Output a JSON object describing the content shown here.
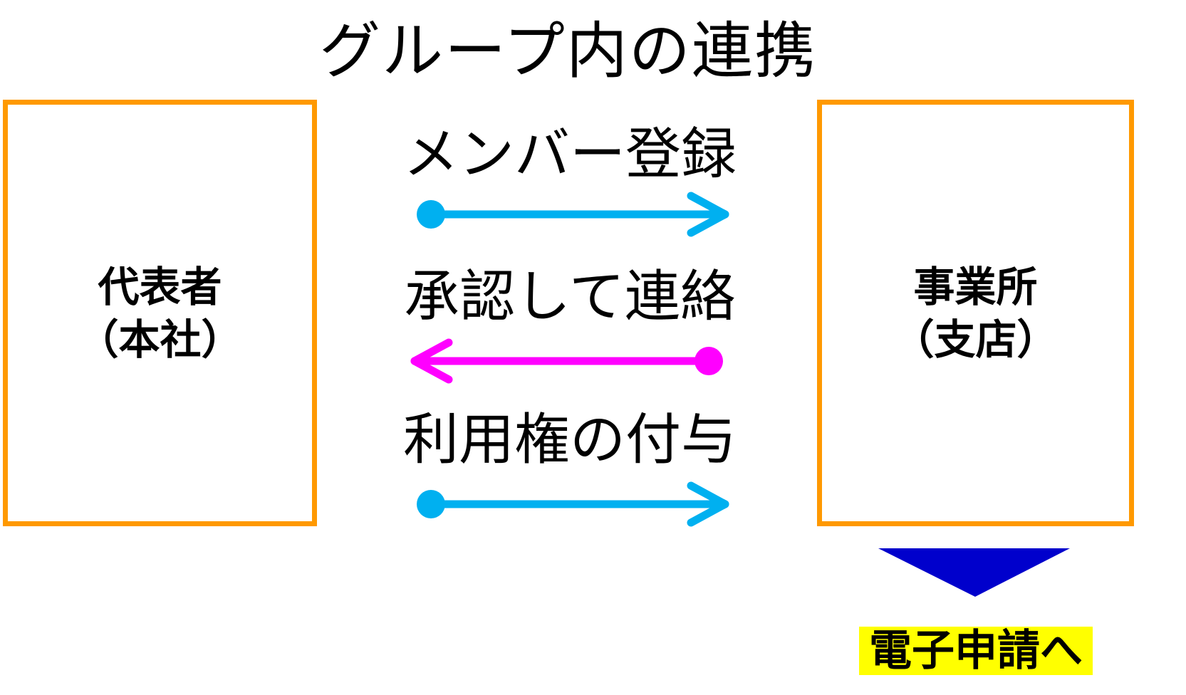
{
  "title": "グループ内の連携",
  "left_box": {
    "line1": "代表者",
    "line2": "（本社）"
  },
  "right_box": {
    "line1": "事業所",
    "line2": "（支店）"
  },
  "steps": [
    {
      "label": "メンバー登録",
      "direction": "right",
      "color": "#00b0f0"
    },
    {
      "label": "承認して連絡",
      "direction": "left",
      "color": "#ff00ff"
    },
    {
      "label": "利用権の付与",
      "direction": "right",
      "color": "#00b0f0"
    }
  ],
  "next": {
    "label": "電子申請へ",
    "arrow_color": "#0000cc",
    "highlight_color": "#ffff00"
  },
  "colors": {
    "box_border": "#ff9900"
  }
}
